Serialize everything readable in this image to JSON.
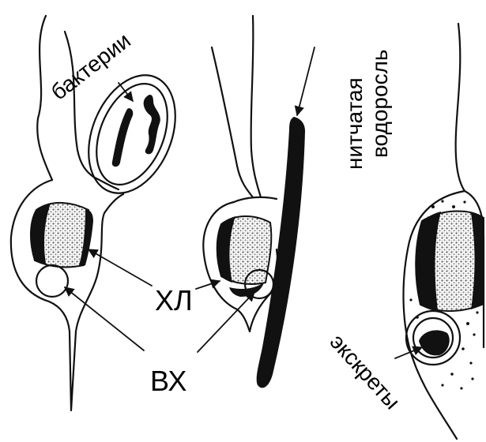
{
  "labels": {
    "bacteria": "бактерии",
    "filamentous_alga_line1": "нитчатая",
    "filamentous_alga_line2": "водоросль",
    "chloroplast": "ХЛ",
    "vacuole": "ВХ",
    "excreta": "экскреты"
  },
  "colors": {
    "ink": "#111111",
    "stipple": "#8a8a8a",
    "background": "#ffffff"
  }
}
